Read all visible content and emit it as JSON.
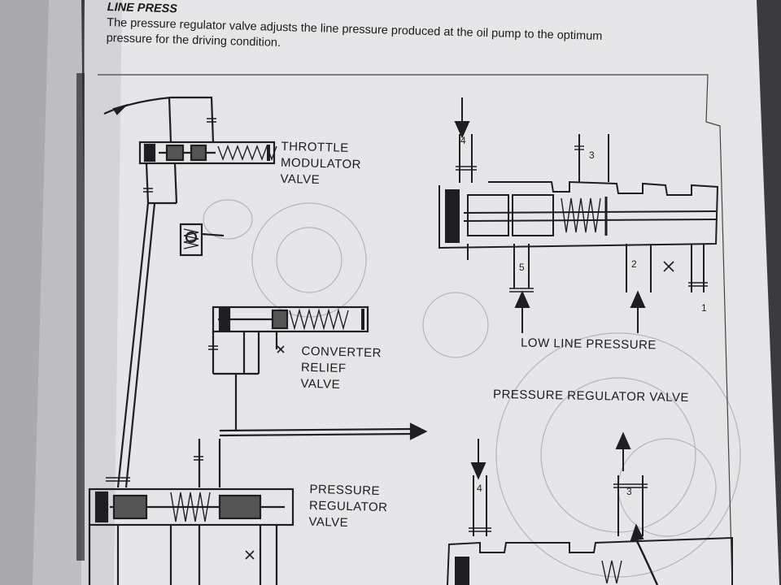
{
  "header": {
    "title": "LINE PRESS",
    "line1": "The pressure regulator valve adjusts the line pressure produced at the oil pump to the optimum",
    "line2": "pressure for the driving condition."
  },
  "labels": {
    "throttle": [
      "THROTTLE",
      "MODULATOR",
      "VALVE"
    ],
    "converter": [
      "CONVERTER",
      "RELIEF",
      "VALVE"
    ],
    "regulator": [
      "PRESSURE",
      "REGULATOR",
      "VALVE"
    ],
    "low_line": "LOW LINE PRESSURE",
    "prv_title": "PRESSURE REGULATOR VALVE"
  },
  "port_numbers": {
    "top_left": "4",
    "top_mid": "3",
    "mid_5": "5",
    "mid_2": "2",
    "mid_1": "1",
    "bottom_left": "4",
    "bottom_mid": "3"
  },
  "colors": {
    "paper": "#e8e8ea",
    "ink": "#1f1f22",
    "shadow": "#3a3a3c"
  }
}
